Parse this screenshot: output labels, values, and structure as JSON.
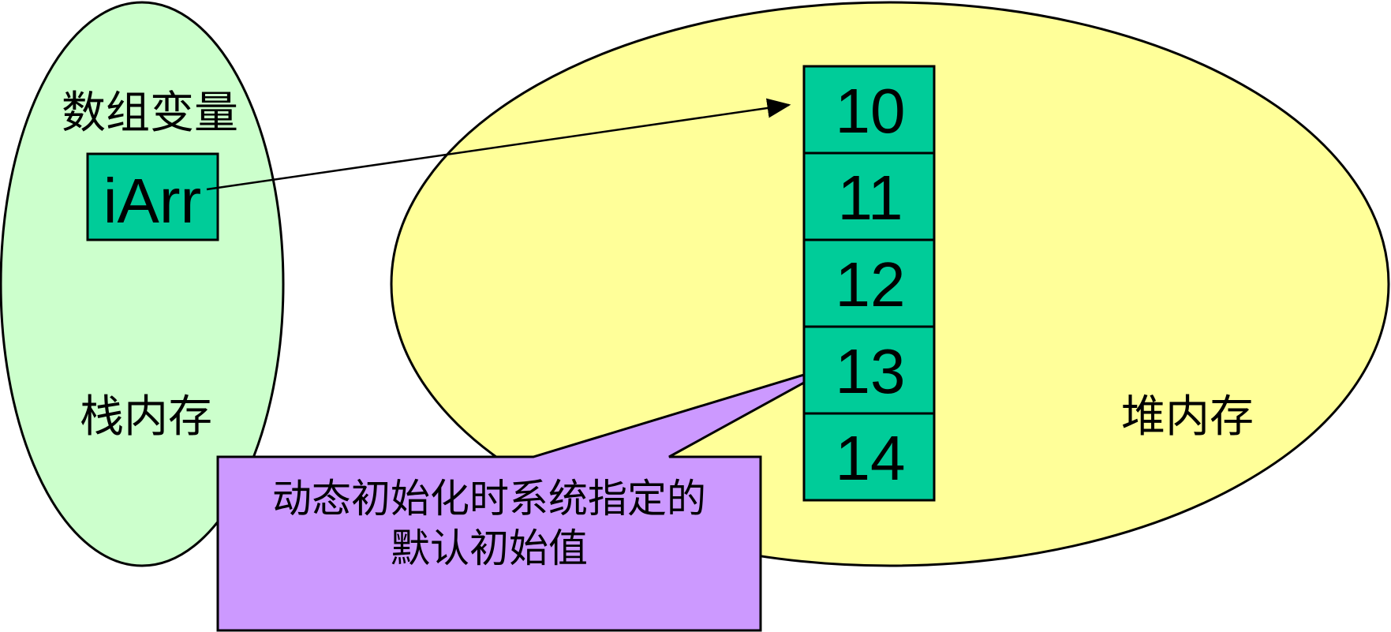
{
  "stack": {
    "title": "数组变量",
    "variable": "iArr",
    "label": "栈内存"
  },
  "heap": {
    "label": "堆内存",
    "cells": [
      "10",
      "11",
      "12",
      "13",
      "14"
    ]
  },
  "callout": {
    "line1": "动态初始化时系统指定的",
    "line2": "默认初始值"
  },
  "colors": {
    "stack_fill": "#ccffcc",
    "heap_fill": "#ffff99",
    "cell_fill": "#00cc99",
    "callout_fill": "#cc99ff",
    "stroke": "#000000"
  }
}
